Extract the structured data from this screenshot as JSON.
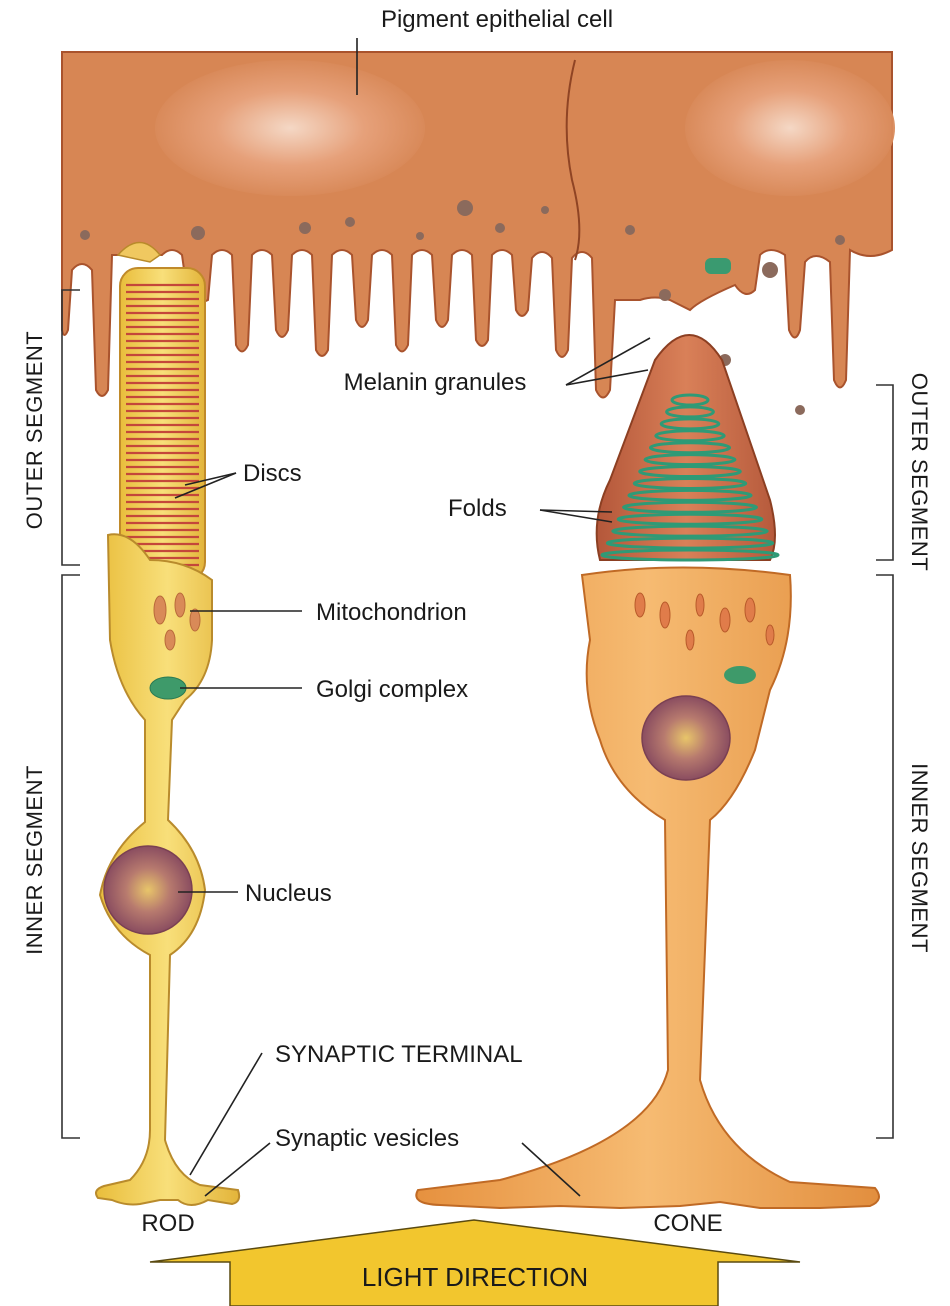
{
  "labels": {
    "pigment_epithelial_cell": "Pigment epithelial cell",
    "melanin_granules": "Melanin granules",
    "discs": "Discs",
    "folds": "Folds",
    "mitochondrion": "Mitochondrion",
    "golgi_complex": "Golgi complex",
    "nucleus": "Nucleus",
    "synaptic_terminal": "SYNAPTIC TERMINAL",
    "synaptic_vesicles": "Synaptic vesicles",
    "rod": "ROD",
    "cone": "CONE",
    "light_direction": "LIGHT DIRECTION"
  },
  "segments": {
    "left_outer": "OUTER SEGMENT",
    "left_inner": "INNER SEGMENT",
    "right_outer": "OUTER SEGMENT",
    "right_inner": "INNER SEGMENT"
  },
  "colors": {
    "epithelium": "#d98a5a",
    "epithelium_dark": "#b85e34",
    "rod_body": "#f2cf55",
    "cone_body": "#eea65a",
    "cone_folds": "#2f9a76",
    "nucleus": "#9a5a6a",
    "arrow": "#f2c62e"
  }
}
